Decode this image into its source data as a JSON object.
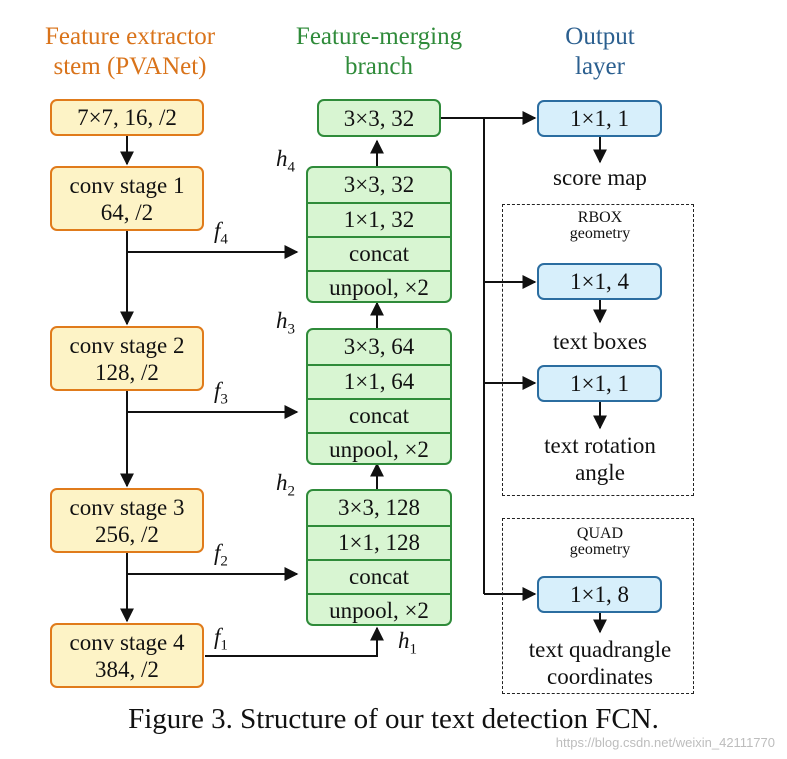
{
  "titles": {
    "stem": "Feature extractor\nstem (PVANet)",
    "merge": "Feature-merging\nbranch",
    "output": "Output\nlayer"
  },
  "colors": {
    "stem_title": "#d9731a",
    "merge_title": "#2f8b3a",
    "output_title": "#2b5f8f"
  },
  "stem": {
    "input": "7×7, 16, /2",
    "stages": [
      "conv stage 1\n64, /2",
      "conv stage 2\n128, /2",
      "conv stage 3\n256, /2",
      "conv stage 4\n384, /2"
    ]
  },
  "merge": {
    "top": "3×3, 32",
    "stacks": [
      [
        "3×3, 32",
        "1×1, 32",
        "concat",
        "unpool, ×2"
      ],
      [
        "3×3, 64",
        "1×1, 64",
        "concat",
        "unpool, ×2"
      ],
      [
        "3×3, 128",
        "1×1, 128",
        "concat",
        "unpool, ×2"
      ]
    ]
  },
  "features": {
    "f": [
      "f",
      "f",
      "f",
      "f"
    ],
    "f_idx": [
      "4",
      "3",
      "2",
      "1"
    ],
    "h": [
      "h",
      "h",
      "h",
      "h"
    ],
    "h_idx": [
      "4",
      "3",
      "2",
      "1"
    ]
  },
  "output": {
    "score": {
      "box": "1×1, 1",
      "label": "score map"
    },
    "rbox": {
      "title": "RBOX\ngeometry",
      "boxes": [
        {
          "box": "1×1, 4",
          "label": "text boxes"
        },
        {
          "box": "1×1, 1",
          "label": "text rotation\nangle"
        }
      ]
    },
    "quad": {
      "title": "QUAD\ngeometry",
      "box": "1×1, 8",
      "label": "text quadrangle\ncoordinates"
    }
  },
  "caption": "Figure 3. Structure of our text detection FCN.",
  "watermark": "https://blog.csdn.net/weixin_42111770"
}
